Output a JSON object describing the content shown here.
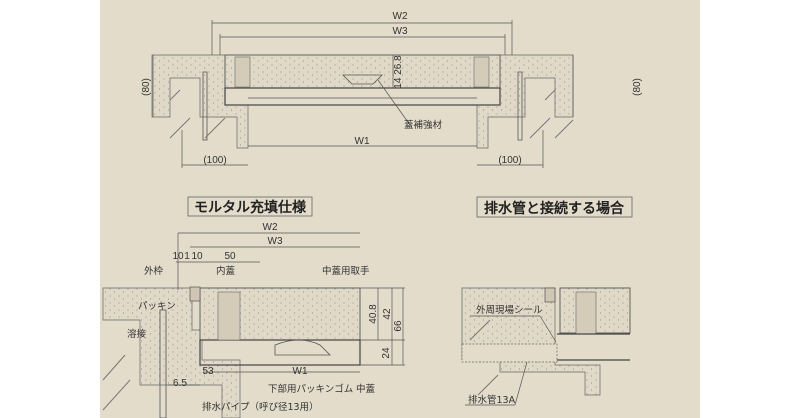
{
  "top_section": {
    "dim_w2": "W2",
    "dim_w3": "W3",
    "dim_w1": "W1",
    "dim_left_height": "(80)",
    "dim_right_height": "(80)",
    "dim_left_width": "(100)",
    "dim_right_width": "(100)",
    "dim_inner": "14 26.8",
    "label_reinforcement": "蓋補強材"
  },
  "mortar_section": {
    "title": "モルタル充填仕様",
    "dim_w2": "W2",
    "dim_w3": "W3",
    "dim_w1": "W1",
    "dims_top": [
      "10",
      "1",
      "10",
      "50"
    ],
    "dim_40_8": "40.8",
    "dim_42": "42",
    "dim_66": "66",
    "dim_24": "24",
    "dim_53": "53",
    "dim_6_5": "6.5",
    "labels": {
      "outer_frame": "外枠",
      "inner_lid": "内蓋",
      "middle_lid_handle": "中蓋用取手",
      "packing": "パッキン",
      "weld": "溶接",
      "lower_packing_rubber": "下部用パッキンゴム",
      "middle_lid": "中蓋",
      "drain_pipe": "排水パイプ（呼び径13用）"
    }
  },
  "drain_section": {
    "title": "排水管と接続する場合",
    "labels": {
      "perimeter_seal": "外周現場シール",
      "drain_pipe": "排水管13A"
    }
  }
}
